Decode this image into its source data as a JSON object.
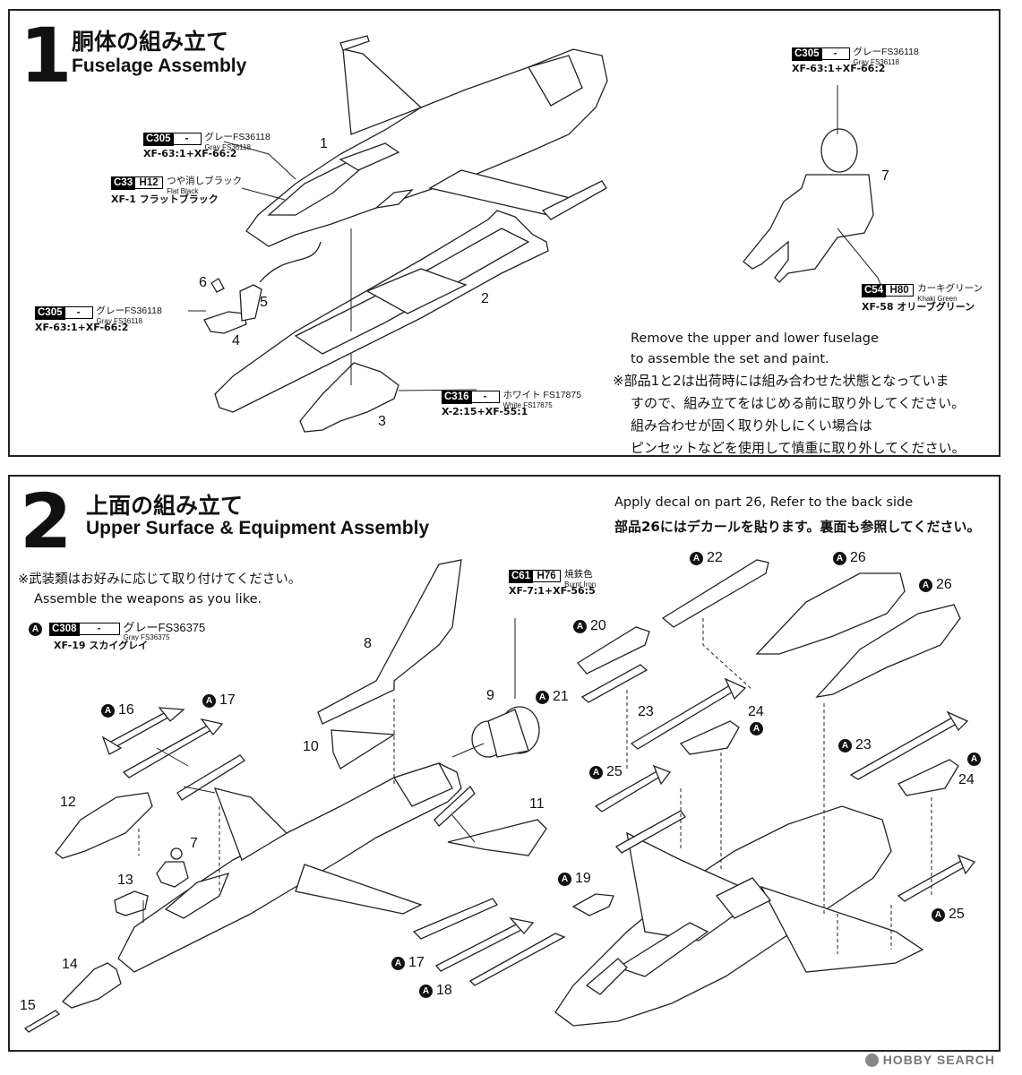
{
  "step1": {
    "number": "1",
    "title_jp": "胴体の組み立て",
    "title_en": "Fuselage Assembly",
    "paint_fuselage": {
      "code": "C305",
      "h": "-",
      "name_jp": "グレーFS36118",
      "name_en": "Gray FS36118",
      "mix": "XF-63:1+XF-66:2"
    },
    "paint_cockpit": {
      "code": "C33",
      "h": "H12",
      "name_jp": "つや消しブラック",
      "name_en": "Flat Black",
      "mix": "XF-1 フラットブラック"
    },
    "paint_seat": {
      "code": "C305",
      "h": "-",
      "name_jp": "グレーFS36118",
      "name_en": "Gray FS36118",
      "mix": "XF-63:1+XF-66:2"
    },
    "paint_pilot": {
      "code": "C305",
      "h": "-",
      "name_jp": "グレーFS36118",
      "name_en": "Gray FS36118",
      "mix": "XF-63:1+XF-66:2"
    },
    "paint_flight_suit": {
      "code": "C54",
      "h": "H80",
      "name_jp": "カーキグリーン",
      "name_en": "Khaki Green",
      "mix": "XF-58 オリーブグリーン"
    },
    "paint_part3": {
      "code": "C316",
      "h": "-",
      "name_jp": "ホワイト FS17875",
      "name_en": "White FS17875",
      "mix": "X-2:15+XF-55:1"
    },
    "parts": {
      "p1": "1",
      "p2": "2",
      "p3": "3",
      "p4": "4",
      "p5": "5",
      "p6": "6",
      "p7": "7"
    },
    "note_en": [
      "Remove the upper and lower fuselage",
      "to assemble the set and paint."
    ],
    "note_jp": [
      "※部品1と2は出荷時には組み合わせた状態となっていま",
      "すので、組み立てをはじめる前に取り外してください。",
      "組み合わせが固く取り外しにくい場合は",
      "ピンセットなどを使用して慎重に取り外してください。"
    ]
  },
  "step2": {
    "number": "2",
    "title_jp": "上面の組み立て",
    "title_en": "Upper Surface & Equipment Assembly",
    "decal_note_en": "Apply decal on part 26, Refer to the back side",
    "decal_note_jp": "部品26にはデカールを貼ります。裏面も参照してください。",
    "weapons_note_jp": "※武装類はお好みに応じて取り付けてください。",
    "weapons_note_en": "Assemble the weapons as you like.",
    "marker_a": "A",
    "paint_a": {
      "code": "C308",
      "h": "-",
      "name_jp": "グレーFS36375",
      "name_en": "Gray FS36375",
      "mix": "XF-19 スカイグレイ"
    },
    "paint_nozzle": {
      "code": "C61",
      "h": "H76",
      "name_jp": "焼鉄色",
      "name_en": "Burnt Iron",
      "mix": "XF-7:1+XF-56:5"
    },
    "parts": {
      "p7": "7",
      "p8": "8",
      "p9": "9",
      "p10": "10",
      "p11": "11",
      "p12": "12",
      "p13": "13",
      "p14": "14",
      "p15": "15",
      "p16": "16",
      "p17a": "17",
      "p17b": "17",
      "p18": "18",
      "p19": "19",
      "p20": "20",
      "p21": "21",
      "p22": "22",
      "p23a": "23",
      "p23b": "23",
      "p24a": "24",
      "p24b": "24",
      "p25a": "25",
      "p25b": "25",
      "p26a": "26",
      "p26b": "26"
    }
  },
  "watermark": "HOBBY SEARCH"
}
